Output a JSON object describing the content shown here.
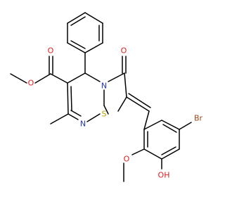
{
  "molecule": {
    "atoms": {
      "o_carbonyl_ester": {
        "text": "O",
        "color": "#e0201e"
      },
      "o_ester": {
        "text": "O",
        "color": "#e0201e"
      },
      "n_ring": {
        "text": "N",
        "color": "#2531d8"
      },
      "n_imine": {
        "text": "N",
        "color": "#2531d8"
      },
      "o_ketone": {
        "text": "O",
        "color": "#e0201e"
      },
      "s_ring": {
        "text": "S",
        "color": "#b9a300"
      },
      "br": {
        "text": "Br",
        "color": "#a0471b"
      },
      "oh": {
        "text": "OH",
        "color": "#e0201e"
      },
      "o_methoxy": {
        "text": "O",
        "color": "#e0201e"
      }
    }
  }
}
